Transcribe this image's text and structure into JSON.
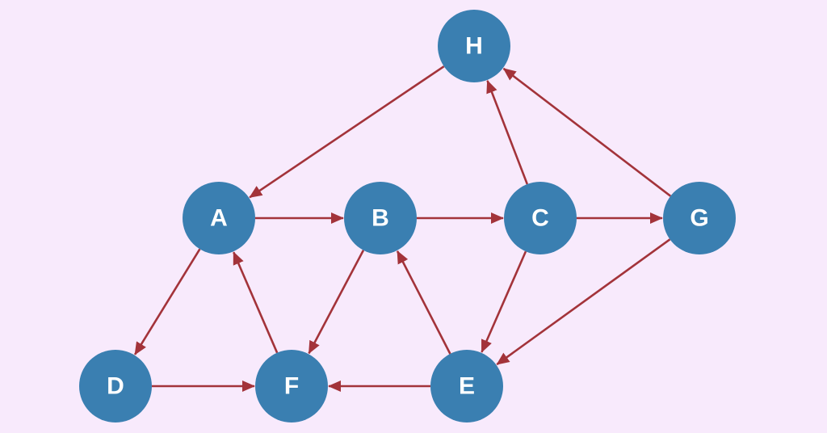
{
  "colors": {
    "background": "#f8eafc",
    "node_fill": "#3a7fb1",
    "node_text": "#ffffff",
    "edge": "#a3333a"
  },
  "graph": {
    "directed": true,
    "nodes": [
      {
        "id": "H",
        "label": "H"
      },
      {
        "id": "A",
        "label": "A"
      },
      {
        "id": "B",
        "label": "B"
      },
      {
        "id": "C",
        "label": "C"
      },
      {
        "id": "G",
        "label": "G"
      },
      {
        "id": "D",
        "label": "D"
      },
      {
        "id": "F",
        "label": "F"
      },
      {
        "id": "E",
        "label": "E"
      }
    ],
    "edges": [
      {
        "from": "H",
        "to": "A"
      },
      {
        "from": "A",
        "to": "B"
      },
      {
        "from": "B",
        "to": "C"
      },
      {
        "from": "C",
        "to": "G"
      },
      {
        "from": "C",
        "to": "H"
      },
      {
        "from": "G",
        "to": "H"
      },
      {
        "from": "A",
        "to": "D"
      },
      {
        "from": "F",
        "to": "A"
      },
      {
        "from": "B",
        "to": "F"
      },
      {
        "from": "E",
        "to": "B"
      },
      {
        "from": "C",
        "to": "E"
      },
      {
        "from": "G",
        "to": "E"
      },
      {
        "from": "D",
        "to": "F"
      },
      {
        "from": "E",
        "to": "F"
      }
    ]
  }
}
